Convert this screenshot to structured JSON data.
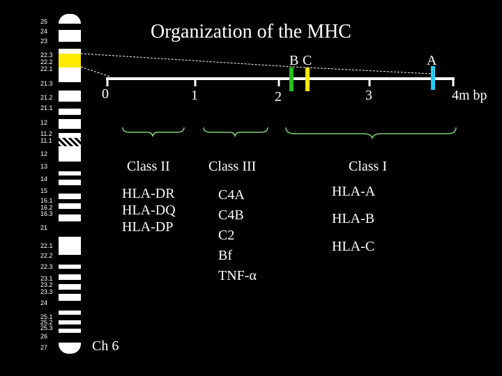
{
  "title": "Organization of the MHC",
  "chromosome": {
    "label": "Ch 6",
    "band_labels": [
      "25",
      "24",
      "23",
      "22.3",
      "22.2",
      "22.1",
      "21.3",
      "21.2",
      "21.1",
      "12",
      "11.2",
      "11.1",
      "12",
      "13",
      "14",
      "15",
      "16.1",
      "16.2",
      "16.3",
      "21",
      "22.1",
      "22.2",
      "22.3",
      "23.1",
      "23.2",
      "23.3",
      "24",
      "25.1",
      "25.2",
      "25.3",
      "26",
      "27"
    ]
  },
  "scale": {
    "ticks": [
      "0",
      "1",
      "2",
      "3"
    ],
    "unit": "4m bp"
  },
  "markers": [
    {
      "label": "B",
      "color": "#22c21a"
    },
    {
      "label": "C",
      "color": "#f5e800"
    },
    {
      "label": "A",
      "color": "#1fd0f0"
    }
  ],
  "classes": [
    {
      "label": "Class II",
      "genes": [
        "HLA-DR",
        "HLA-DQ",
        "HLA-DP"
      ]
    },
    {
      "label": "Class III",
      "genes": [
        "C4A",
        "C4B",
        "C2",
        "Bf",
        "TNF-α"
      ]
    },
    {
      "label": "Class I",
      "genes": [
        "HLA-A",
        "HLA-B",
        "HLA-C"
      ]
    }
  ],
  "colors": {
    "brace": "#7ccf72",
    "highlight": "#ffea00",
    "axis": "#ffffff"
  }
}
